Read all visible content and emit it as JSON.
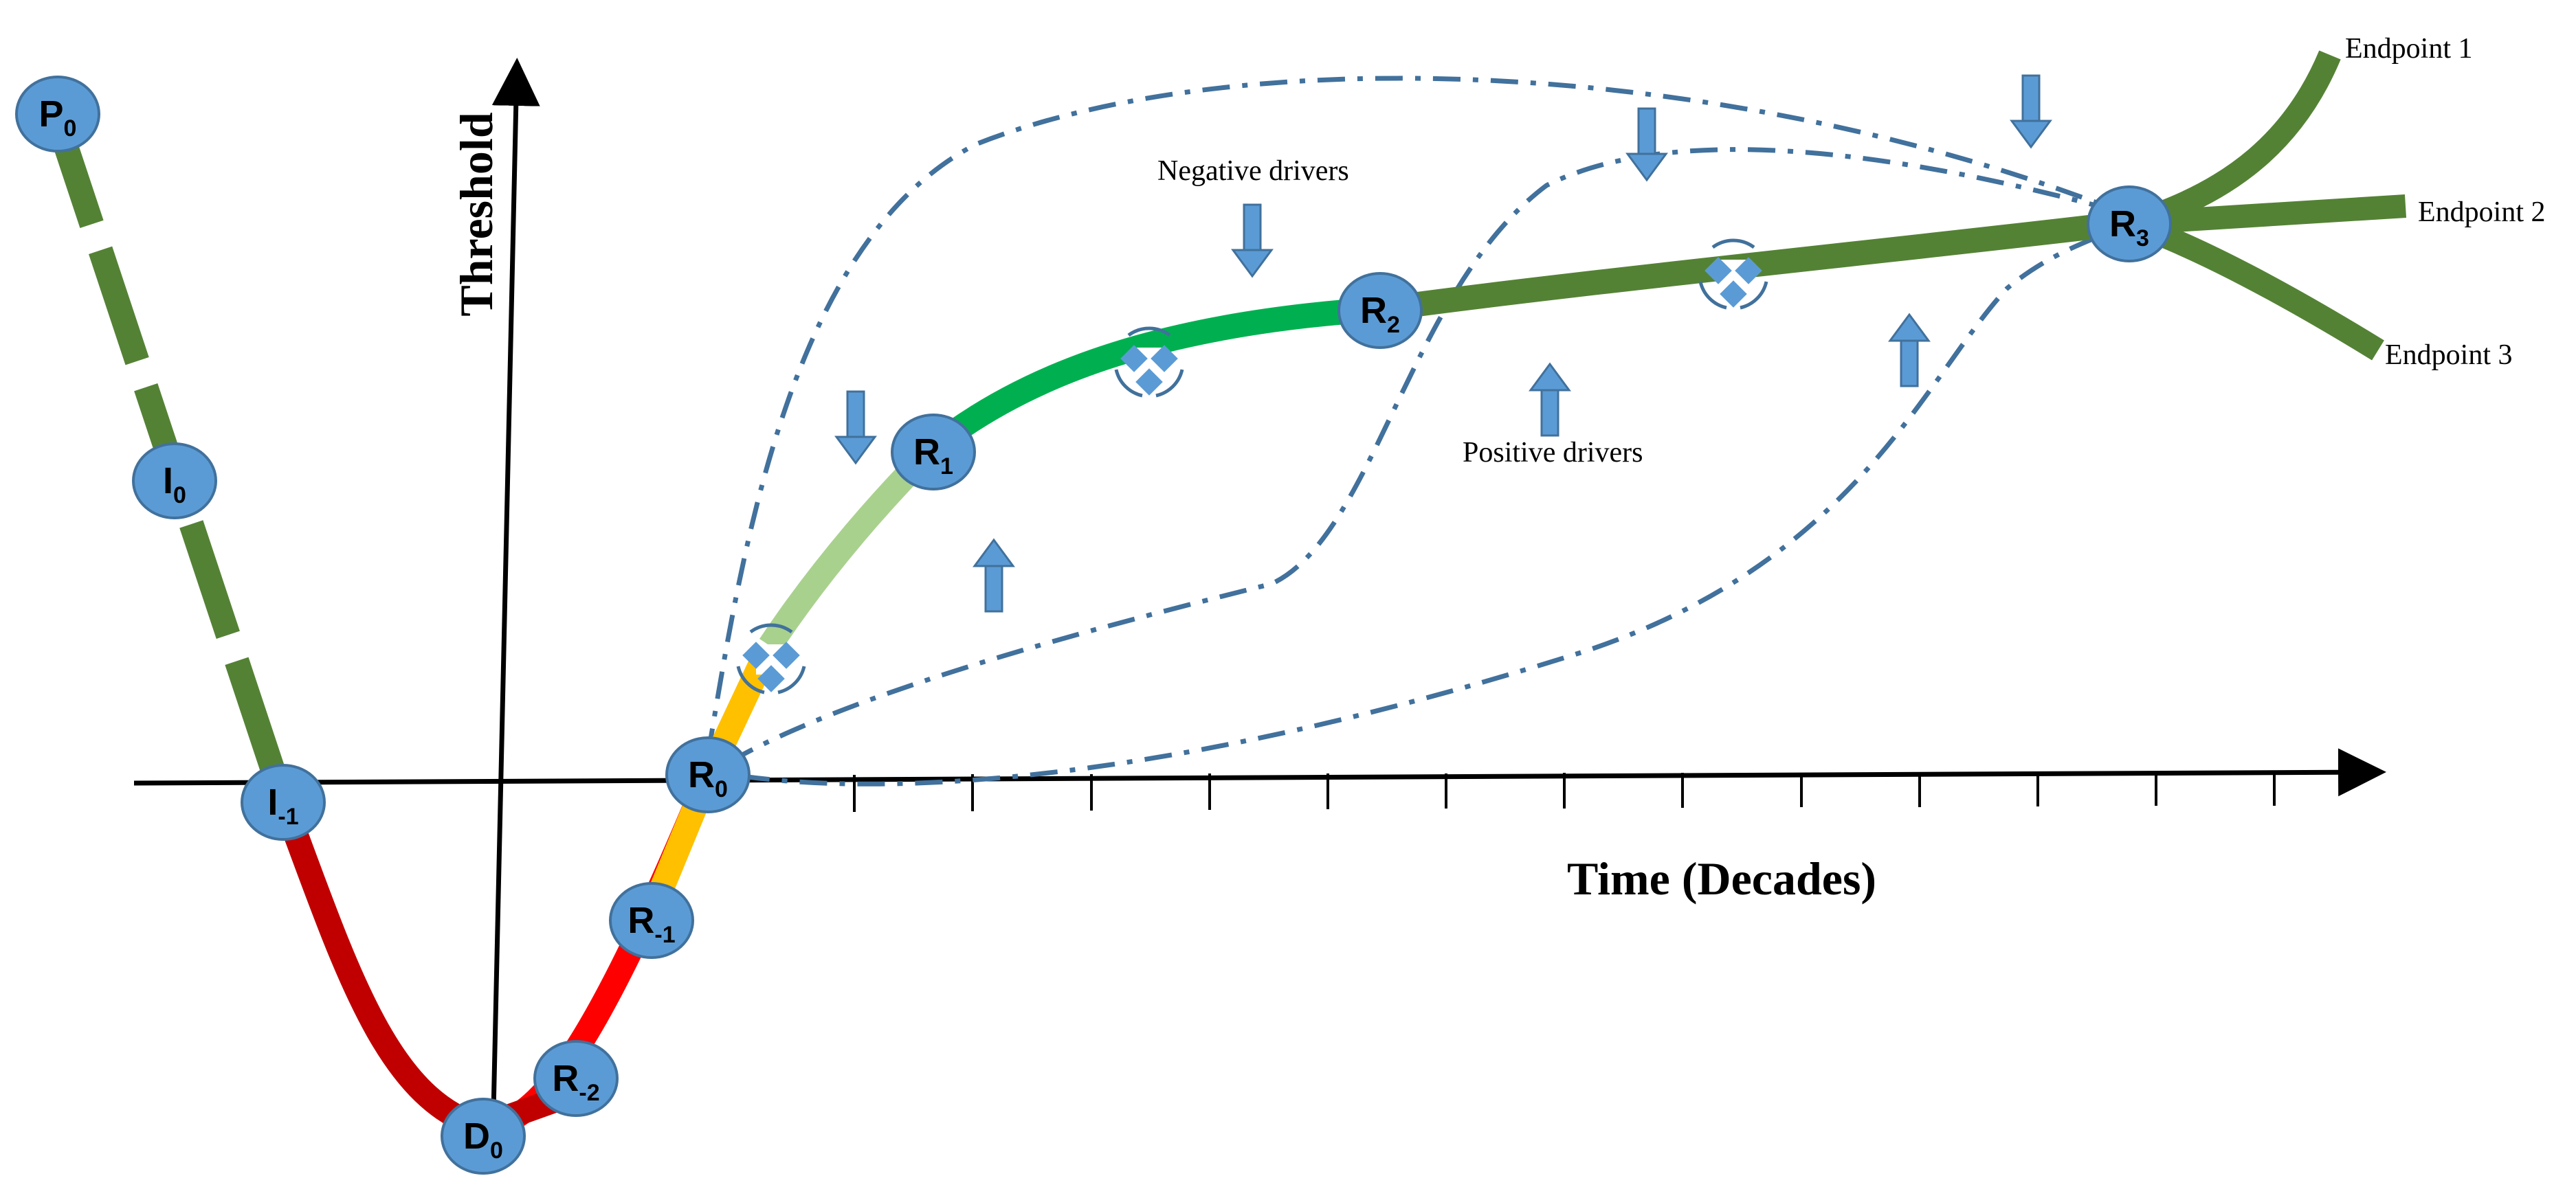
{
  "axes": {
    "x_label": "Time (Decades)",
    "y_label": "Threshold"
  },
  "annotations": {
    "negative_drivers": "Negative drivers",
    "positive_drivers": "Positive drivers"
  },
  "endpoints": {
    "endpoint_1": "Endpoint 1",
    "endpoint_2": "Endpoint 2",
    "endpoint_3": "Endpoint 3"
  },
  "nodes": {
    "p0": {
      "base": "P",
      "sub": "0"
    },
    "i0": {
      "base": "I",
      "sub": "0"
    },
    "i_1": {
      "base": "I",
      "sub": "-1"
    },
    "d0": {
      "base": "D",
      "sub": "0"
    },
    "r_2": {
      "base": "R",
      "sub": "-2"
    },
    "r_1": {
      "base": "R",
      "sub": "-1"
    },
    "r0": {
      "base": "R",
      "sub": "0"
    },
    "r1": {
      "base": "R",
      "sub": "1"
    },
    "r2": {
      "base": "R",
      "sub": "2"
    },
    "r3": {
      "base": "R",
      "sub": "3"
    }
  },
  "colors": {
    "dark_green": "#548235",
    "bright_green": "#00B050",
    "light_green": "#A9D18E",
    "orange": "#FFC000",
    "red": "#FF0000",
    "dark_red": "#C00000",
    "node_fill": "#5B9BD5",
    "node_stroke": "#41719C",
    "dash_line": "#41719C",
    "arrow": "#5B9BD5",
    "axis": "#000000"
  }
}
